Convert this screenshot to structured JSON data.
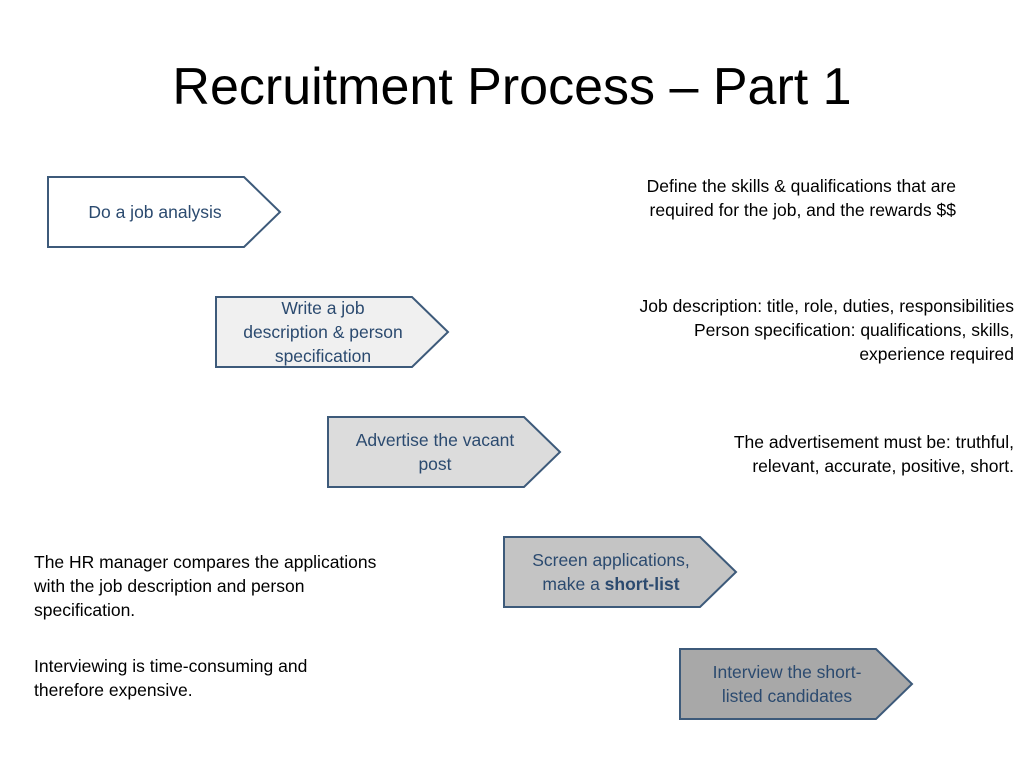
{
  "title": "Recruitment Process – Part 1",
  "colors": {
    "stroke": "#3d5a7a",
    "text": "#2b4a6f",
    "fill_1": "#ffffff",
    "fill_2": "#f0f0f0",
    "fill_3": "#dcdcdc",
    "fill_4": "#c4c4c4",
    "fill_5": "#a8a8a8"
  },
  "steps": [
    {
      "lines": [
        "Do a job analysis"
      ]
    },
    {
      "lines": [
        "Write a job",
        "description & person",
        "specification"
      ]
    },
    {
      "lines": [
        "Advertise the vacant",
        "post"
      ]
    },
    {
      "lines_prefix": "Screen applications,",
      "line2_prefix": "make a ",
      "line2_bold": "short-list"
    },
    {
      "lines": [
        "Interview the short-",
        "listed candidates"
      ]
    }
  ],
  "notes": {
    "step1": [
      "Define the skills & qualifications that are",
      "required for the job, and the rewards $$"
    ],
    "step2": [
      "Job description: title, role, duties, responsibilities",
      "Person specification: qualifications, skills,",
      "experience required"
    ],
    "step3": [
      "The advertisement must be: truthful,",
      "relevant, accurate, positive, short."
    ],
    "hr": [
      "The HR manager compares the applications",
      "with the job description and person",
      "specification."
    ],
    "interview": [
      "Interviewing is time-consuming and",
      "therefore expensive."
    ]
  }
}
